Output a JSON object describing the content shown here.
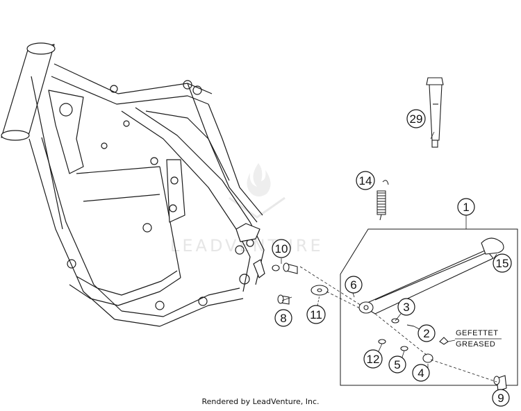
{
  "watermark": {
    "text": "LEADVENTURE"
  },
  "callouts": [
    "1",
    "2",
    "3",
    "4",
    "5",
    "6",
    "8",
    "9",
    "10",
    "11",
    "12",
    "14",
    "15",
    "29"
  ],
  "note": {
    "line1": "GEFETTET",
    "line2": "GREASED"
  },
  "footer": {
    "text": "Rendered by LeadVenture, Inc."
  },
  "colors": {
    "line": "#1a1a1a",
    "watermark": "#e0e0e0"
  }
}
